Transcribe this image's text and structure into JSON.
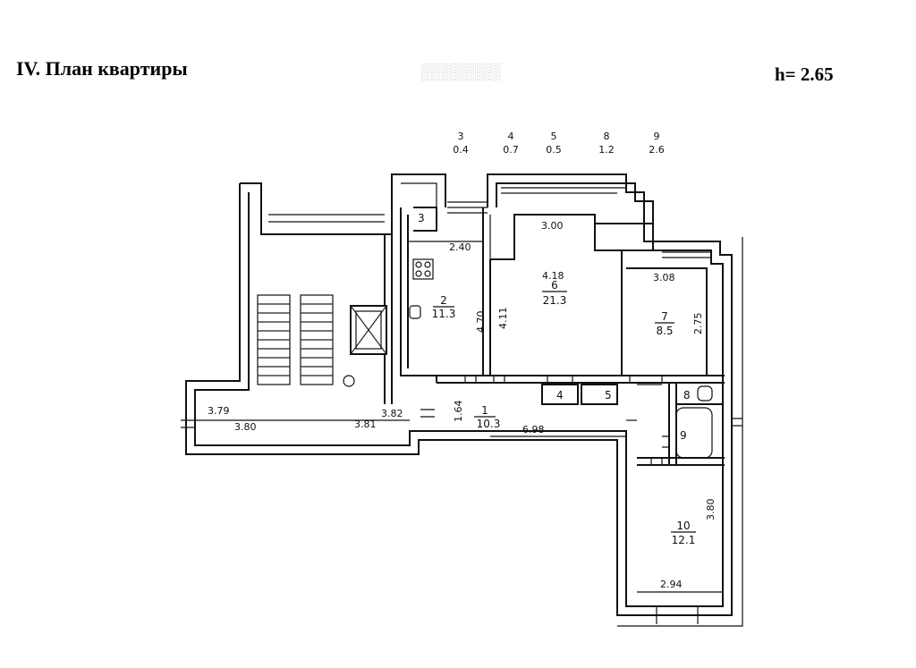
{
  "header": {
    "title": "IV. План квартиры",
    "ceiling_height": "h= 2.65"
  },
  "summary": [
    {
      "room": "3",
      "area": "0.4"
    },
    {
      "room": "4",
      "area": "0.7"
    },
    {
      "room": "5",
      "area": "0.5"
    },
    {
      "room": "8",
      "area": "1.2"
    },
    {
      "room": "9",
      "area": "2.6"
    }
  ],
  "rooms": {
    "kitchen": {
      "number": "2",
      "area": "11.3"
    },
    "big_room": {
      "number": "6",
      "area": "21.3"
    },
    "room7": {
      "number": "7",
      "area": "8.5"
    },
    "corridor": {
      "number": "1",
      "area": "10.3"
    },
    "room10": {
      "number": "10",
      "area": "12.1"
    },
    "closet3": {
      "number": "3"
    },
    "closet4": {
      "number": "4"
    },
    "closet5": {
      "number": "5"
    },
    "wc8": {
      "number": "8"
    },
    "bath9": {
      "number": "9"
    }
  },
  "dimensions": {
    "kitchen_top": "2.40",
    "kitchen_side": "4.70",
    "big_room_top": "3.00",
    "big_room_inner": "4.18",
    "big_room_side": "4.11",
    "room7_top": "3.08",
    "room7_side": "2.75",
    "corridor_side": "1.64",
    "corridor_bottom": "6.98",
    "stair_a": "3.79",
    "stair_b": "3.80",
    "stair_c": "3.81",
    "stair_d": "3.82",
    "room10_side": "3.80",
    "room10_bottom": "2.94"
  }
}
